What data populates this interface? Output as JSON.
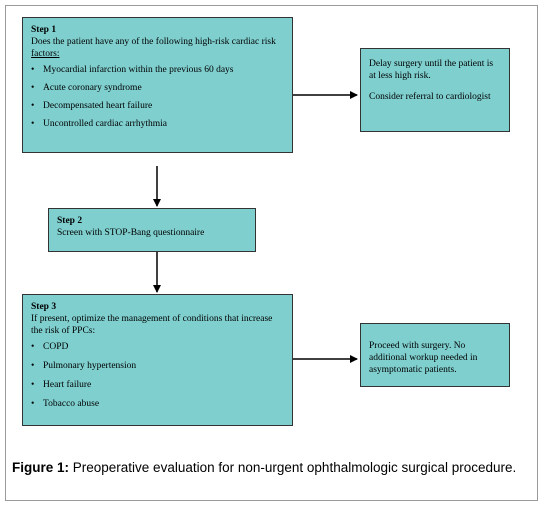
{
  "step1": {
    "title": "Step 1",
    "question": "Does the patient have any of the following high-risk cardiac risk ",
    "question_underlined": "factors:",
    "items": [
      "Myocardial infarction within the previous 60 days",
      "Acute coronary syndrome",
      "Decompensated heart failure",
      "Uncontrolled cardiac arrhythmia"
    ]
  },
  "delay": {
    "line1": "Delay surgery until the patient is at less high risk.",
    "line2": "Consider referral to cardiologist"
  },
  "step2": {
    "title": "Step 2",
    "text": "Screen with STOP-Bang questionnaire"
  },
  "step3": {
    "title": "Step 3",
    "text": "If present, optimize the management of conditions that increase the risk of PPCs:",
    "items": [
      "COPD",
      "Pulmonary hypertension",
      "Heart failure",
      "Tobacco abuse"
    ]
  },
  "proceed": {
    "text": "Proceed with surgery. No additional workup needed in asymptomatic patients."
  },
  "caption": {
    "label": "Figure 1:",
    "text": " Preoperative evaluation for non-urgent ophthalmologic surgical procedure."
  }
}
